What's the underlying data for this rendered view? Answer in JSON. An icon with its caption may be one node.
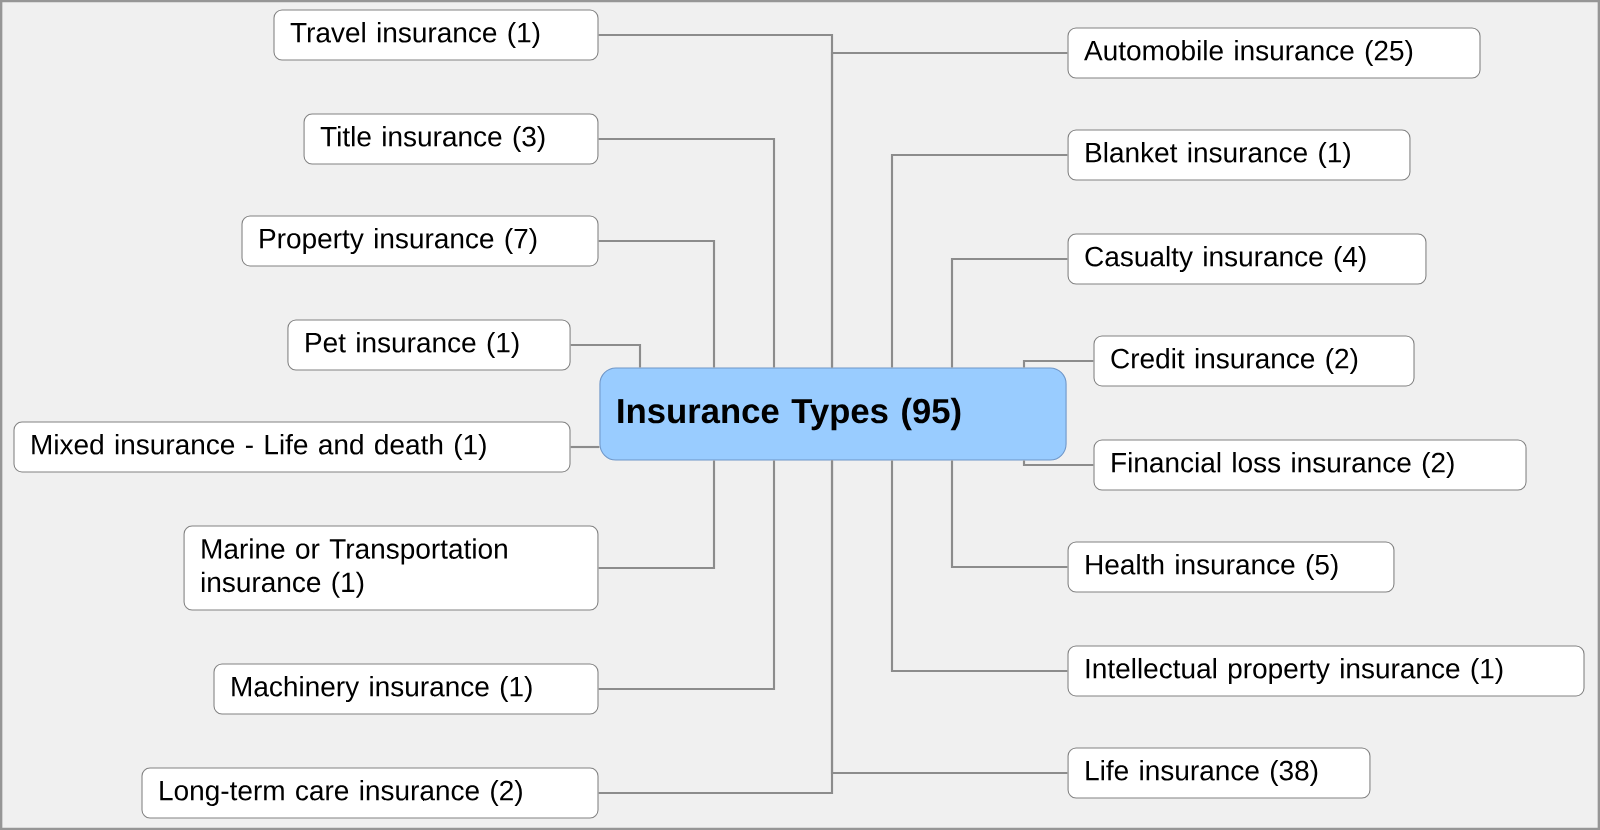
{
  "diagram": {
    "nodes": [
      {
        "text": [
          "Insurance Types (95)"
        ]
      },
      {
        "text": [
          "Travel insurance (1)"
        ]
      },
      {
        "text": [
          "Title insurance (3)"
        ]
      },
      {
        "text": [
          "Property insurance (7)"
        ]
      },
      {
        "text": [
          "Pet insurance (1)"
        ]
      },
      {
        "text": [
          "Mixed insurance - Life and death (1)"
        ]
      },
      {
        "text": [
          "Marine or Transportation insurance (1)"
        ]
      },
      {
        "text": [
          "Machinery insurance (1)"
        ]
      },
      {
        "text": [
          "Long-term care insurance (2)"
        ]
      },
      {
        "text": [
          "Automobile insurance (25)"
        ]
      },
      {
        "text": [
          "Blanket insurance (1)"
        ]
      },
      {
        "text": [
          "Casualty insurance (4)"
        ]
      },
      {
        "text": [
          "Credit insurance (2)"
        ]
      },
      {
        "text": [
          "Financial loss insurance (2)"
        ]
      },
      {
        "text": [
          "Health insurance (5)"
        ]
      },
      {
        "text": [
          "Intellectual property insurance (1)"
        ]
      },
      {
        "text": [
          "Life insurance (38)"
        ]
      }
    ],
    "edges": [
      {
        "from": 0,
        "to": 1,
        "arrow": "none"
      },
      {
        "from": 0,
        "to": 2,
        "arrow": "none"
      },
      {
        "from": 0,
        "to": 3,
        "arrow": "none"
      },
      {
        "from": 0,
        "to": 4,
        "arrow": "none"
      },
      {
        "from": 0,
        "to": 5,
        "arrow": "none"
      },
      {
        "from": 0,
        "to": 6,
        "arrow": "none"
      },
      {
        "from": 0,
        "to": 7,
        "arrow": "none"
      },
      {
        "from": 0,
        "to": 8,
        "arrow": "none"
      },
      {
        "from": 0,
        "to": 9,
        "arrow": "none"
      },
      {
        "from": 0,
        "to": 10,
        "arrow": "none"
      },
      {
        "from": 0,
        "to": 11,
        "arrow": "none"
      },
      {
        "from": 0,
        "to": 12,
        "arrow": "none"
      },
      {
        "from": 0,
        "to": 13,
        "arrow": "none"
      },
      {
        "from": 0,
        "to": 14,
        "arrow": "none"
      },
      {
        "from": 0,
        "to": 15,
        "arrow": "none"
      },
      {
        "from": 0,
        "to": 16,
        "arrow": "none"
      }
    ]
  }
}
